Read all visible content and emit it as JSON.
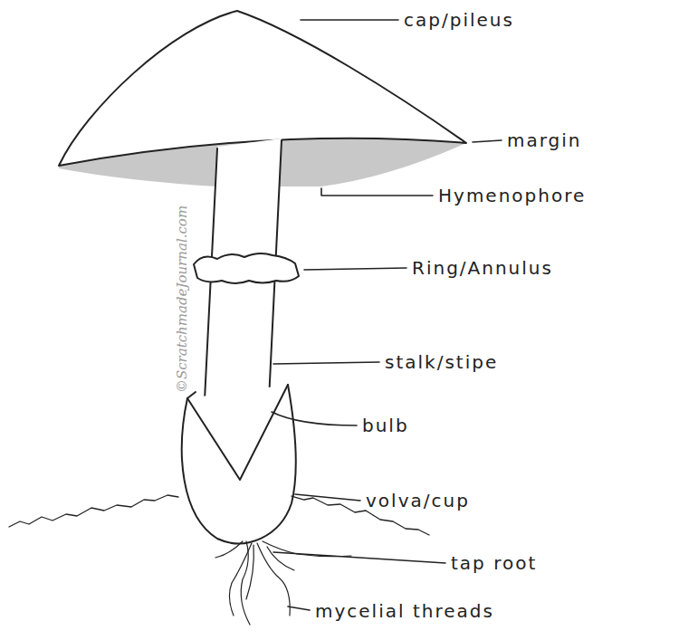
{
  "diagram": {
    "labels": [
      "cap/pileus",
      "margin",
      "Hymenophore",
      "Ring/Annulus",
      "stalk/stipe",
      "bulb",
      "volva/cup",
      "tap root",
      "mycelial threads",
      "©ScratchmadeJournal.com"
    ]
  }
}
